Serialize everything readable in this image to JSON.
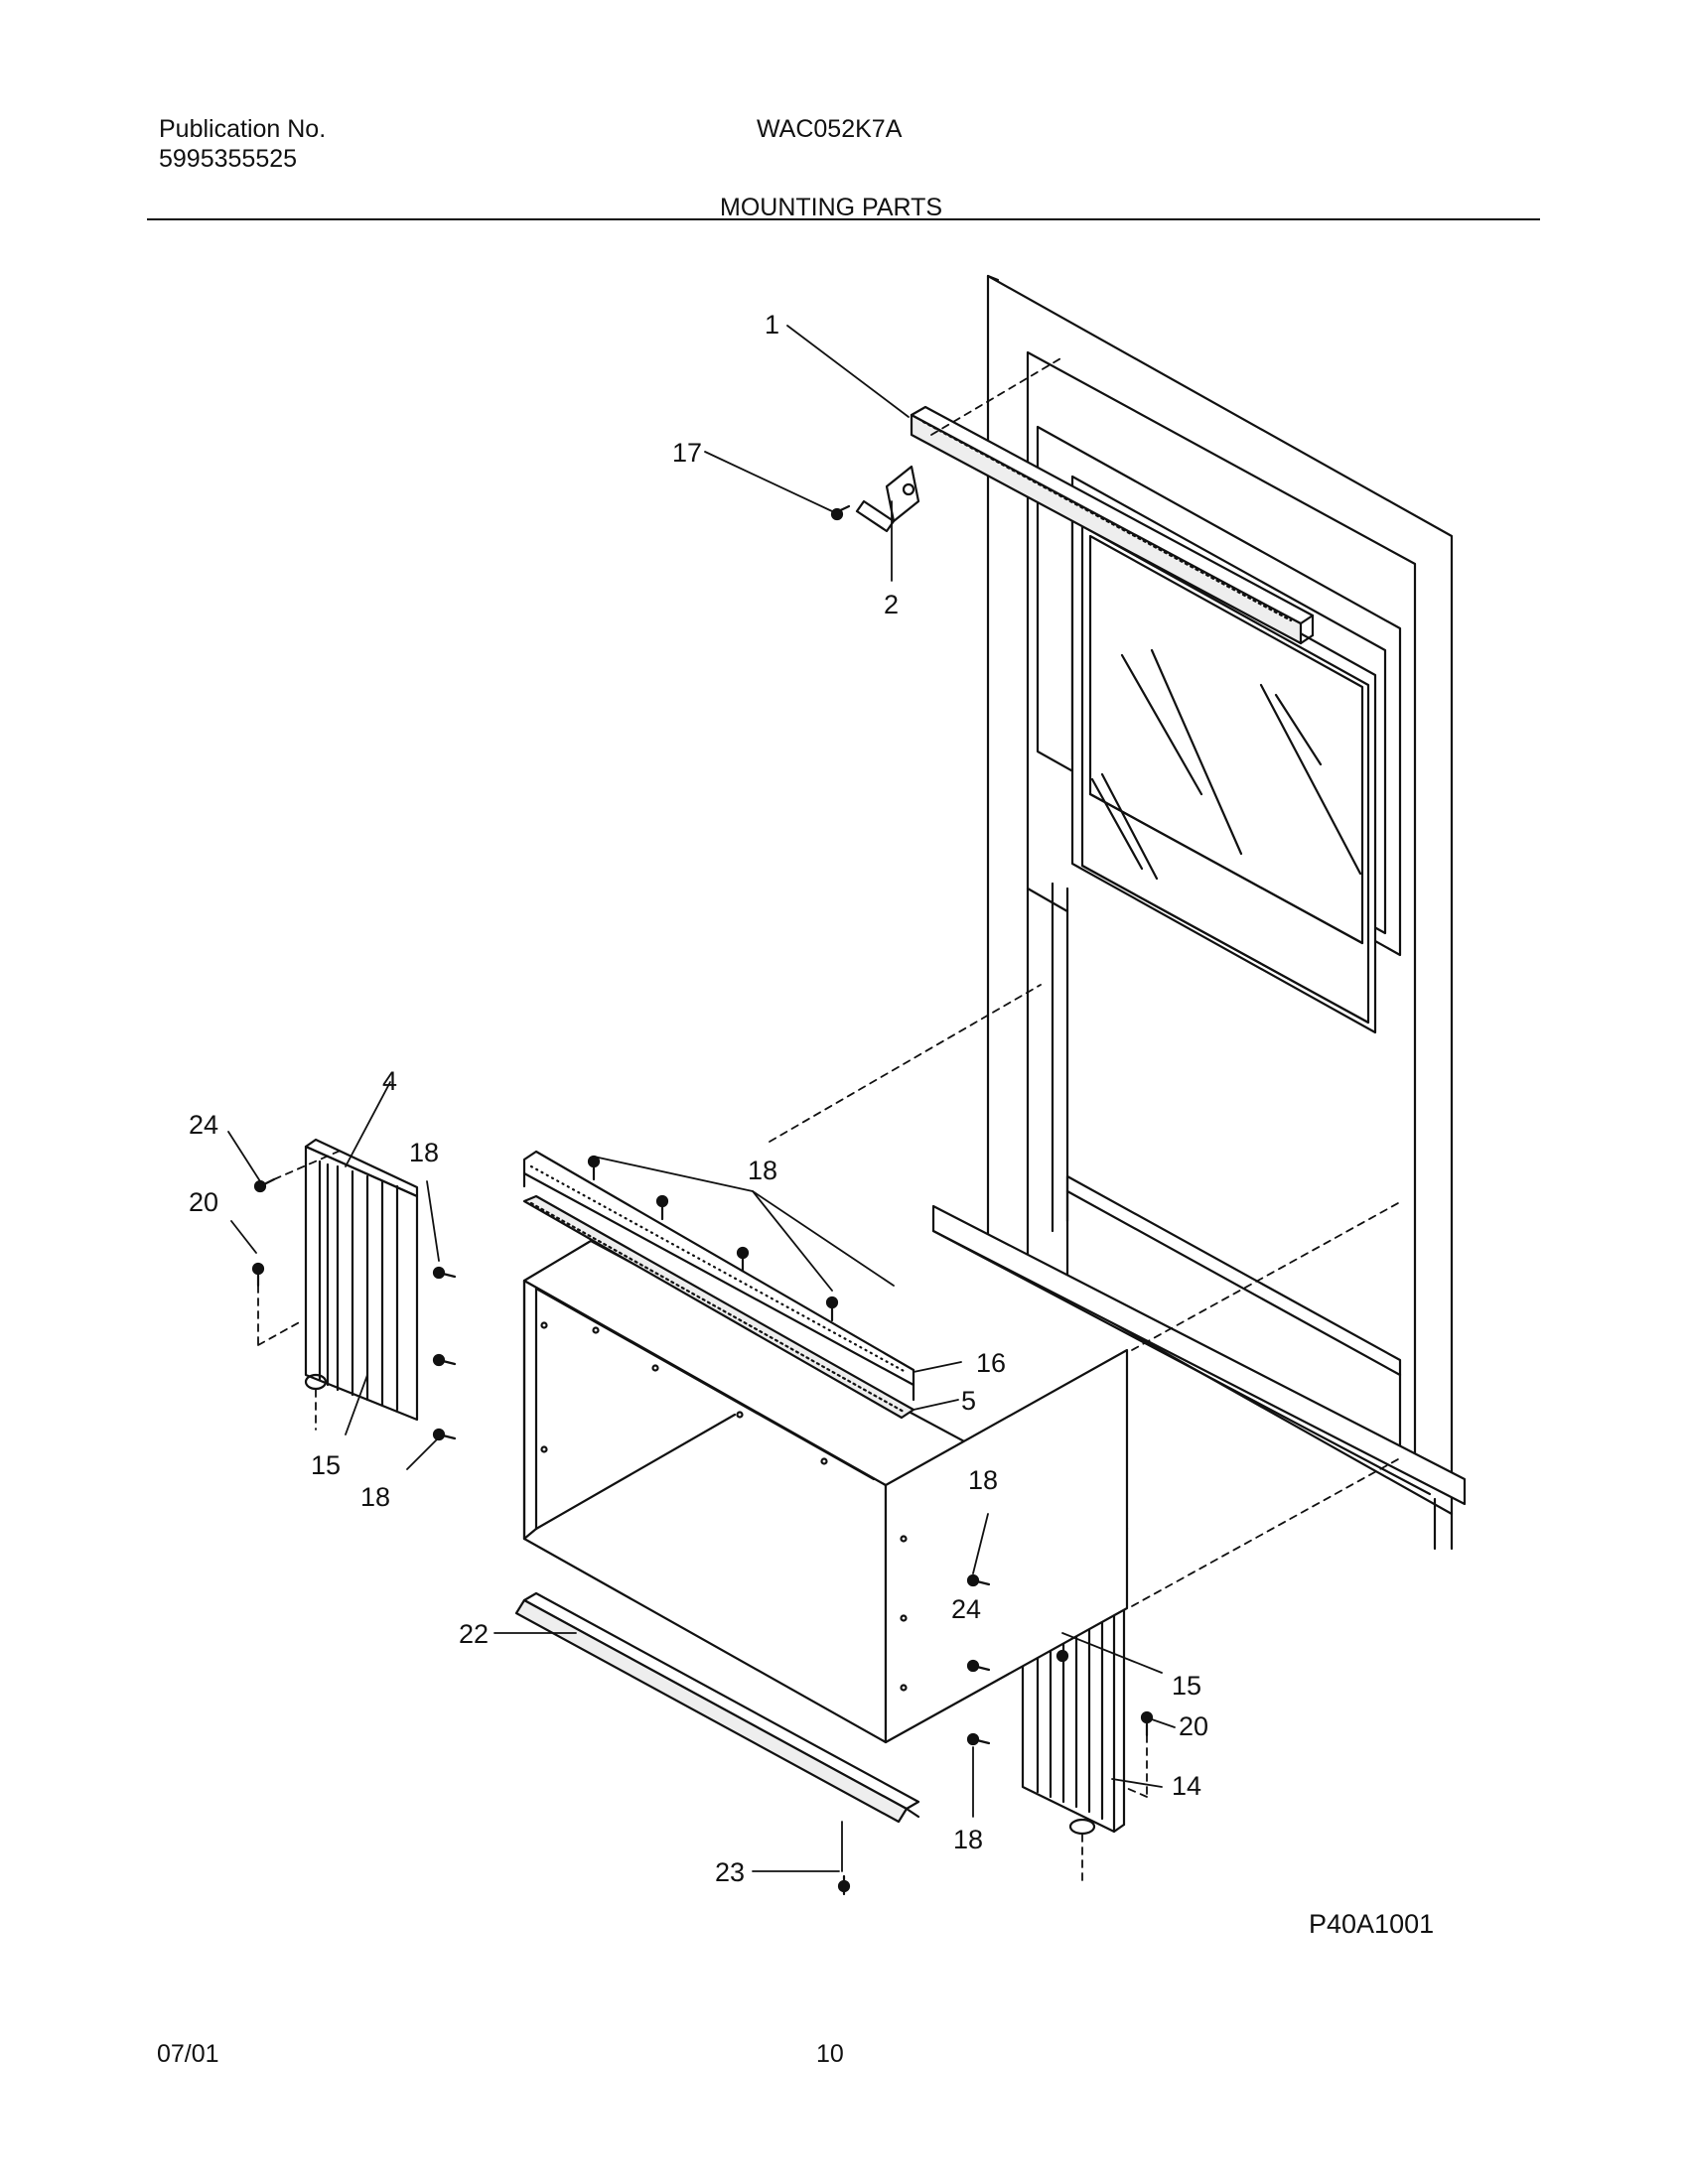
{
  "header": {
    "publication_label": "Publication No.",
    "publication_number": "5995355525",
    "model": "WAC052K7A",
    "section_title": "MOUNTING PARTS"
  },
  "diagram": {
    "figure_code": "P40A1001",
    "callouts": [
      "1",
      "17",
      "2",
      "4",
      "24",
      "18",
      "20",
      "15",
      "18",
      "18",
      "16",
      "5",
      "18",
      "24",
      "15",
      "20",
      "14",
      "22",
      "18",
      "23"
    ]
  },
  "footer": {
    "date": "07/01",
    "page_number": "10"
  }
}
